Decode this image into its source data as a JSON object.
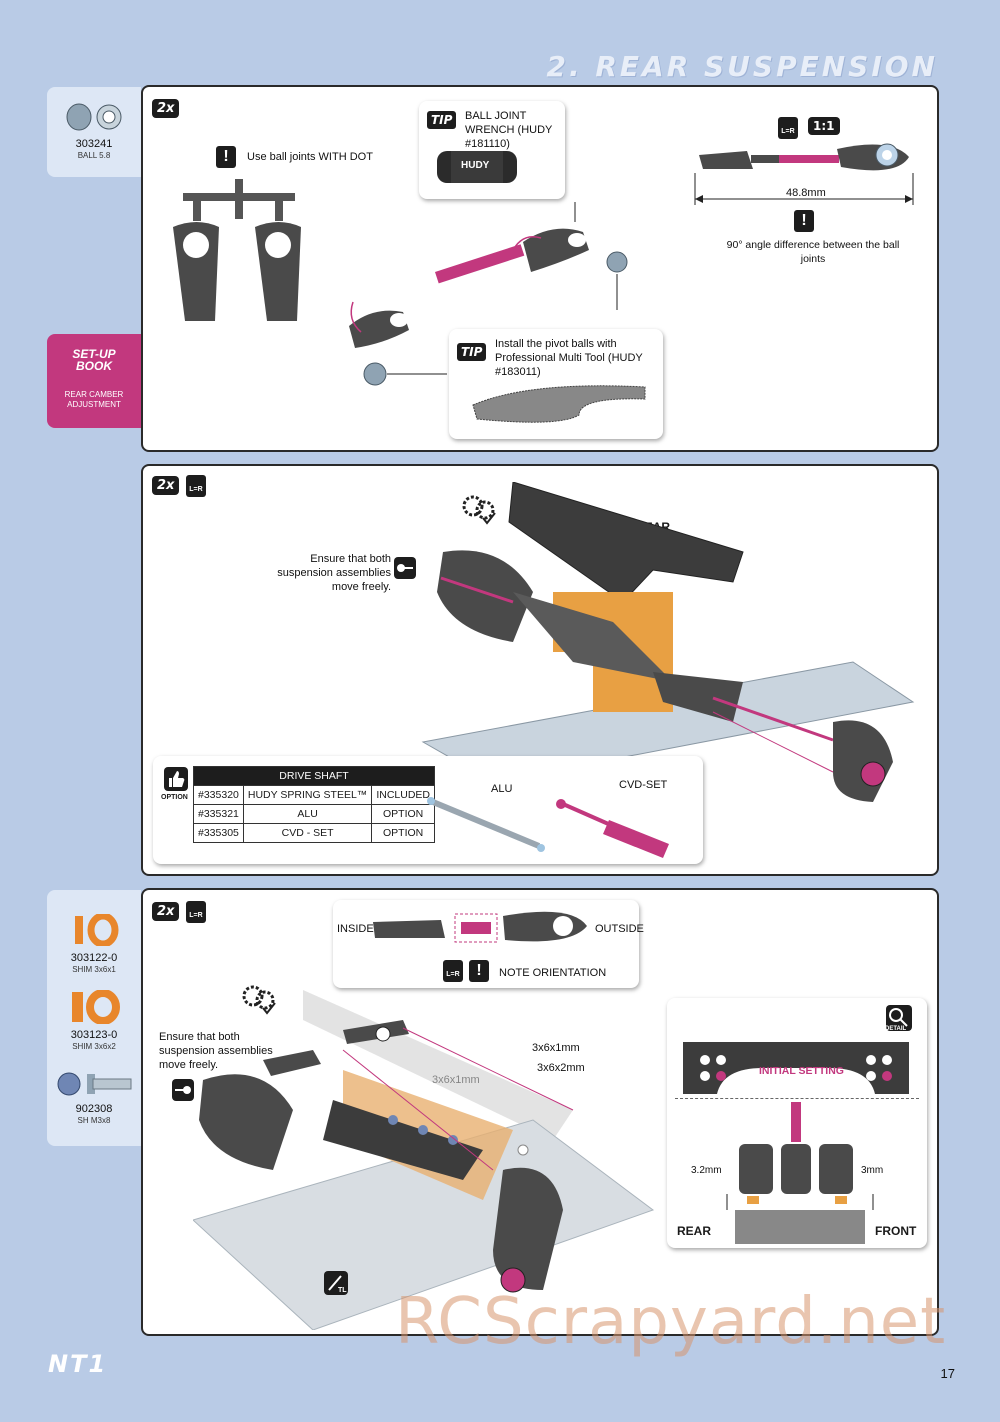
{
  "header": {
    "title": "2. REAR SUSPENSION"
  },
  "step1": {
    "qty": "2x",
    "part": {
      "number": "303241",
      "name": "BALL 5.8"
    },
    "note_dot": "Use ball joints WITH DOT",
    "tip_label": "TIP",
    "tip_wrench": "BALL JOINT WRENCH (HUDY #181110)",
    "wrench_brand": "HUDY",
    "tip_pivot": "Install the pivot balls with Professional Multi Tool (HUDY #183011)",
    "scale": "1:1",
    "length": "48.8mm",
    "angle_note": "90° angle difference between the ball joints",
    "setup_book": {
      "line1": "SET-UP",
      "line2": "BOOK",
      "caption": "REAR CAMBER ADJUSTMENT"
    }
  },
  "step2": {
    "qty": "2x",
    "ensure": "Ensure that both suspension assemblies move freely.",
    "rear": "REAR",
    "option_label": "OPTION",
    "table": {
      "header": "DRIVE SHAFT",
      "rows": [
        [
          "#335320",
          "HUDY SPRING STEEL™",
          "INCLUDED"
        ],
        [
          "#335321",
          "ALU",
          "OPTION"
        ],
        [
          "#335305",
          "CVD - SET",
          "OPTION"
        ]
      ]
    },
    "alu": "ALU",
    "cvd": "CVD-SET"
  },
  "step3": {
    "qty": "2x",
    "parts": [
      {
        "number": "303122-0",
        "name": "SHIM 3x6x1"
      },
      {
        "number": "303123-0",
        "name": "SHIM 3x6x2"
      },
      {
        "number": "902308",
        "name": "SH M3x8"
      }
    ],
    "ensure": "Ensure that both suspension assemblies move freely.",
    "inside": "INSIDE",
    "outside": "OUTSIDE",
    "note_orientation": "NOTE ORIENTATION",
    "shim1a": "3x6x1mm",
    "shim1b": "3x6x1mm",
    "shim2": "3x6x2mm",
    "detail": "DETAIL",
    "initial": "INITIAL SETTING",
    "h_rear": "3.2mm",
    "h_front": "3mm",
    "rear": "REAR",
    "front": "FRONT",
    "tl": "TL"
  },
  "footer": {
    "logo": "NT1",
    "page": "17",
    "watermark": "RCScrapyard.net"
  }
}
